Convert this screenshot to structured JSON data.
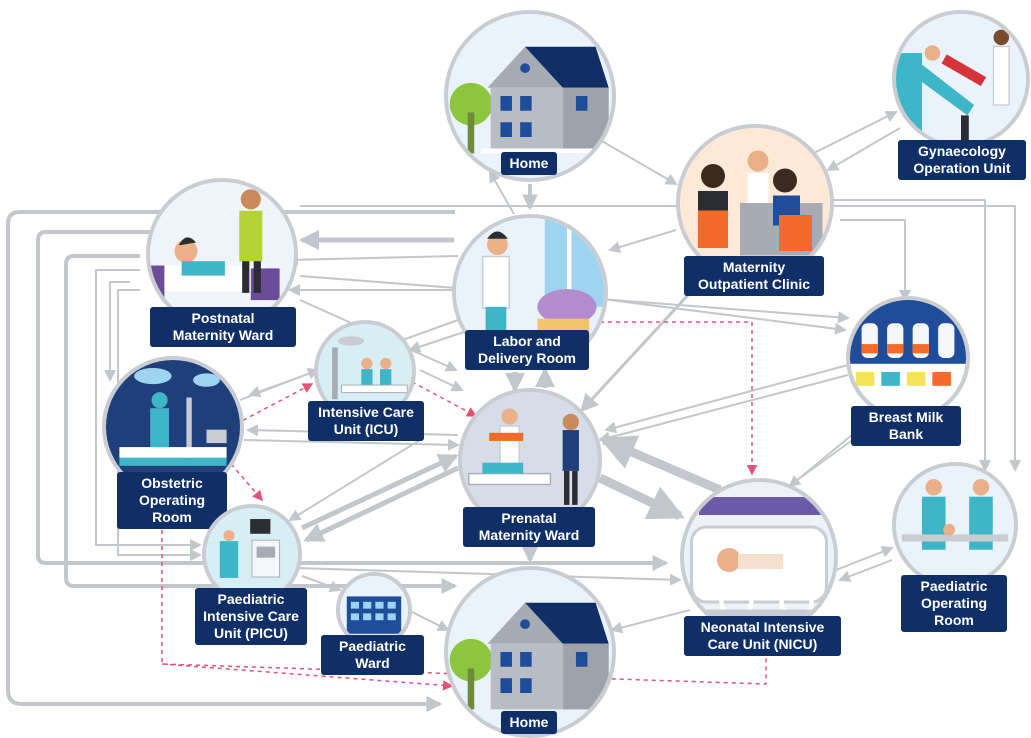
{
  "colors": {
    "label_bg": "#0f2f66",
    "arrow_grey": "#c3c6ca",
    "arrow_pink": "#e25377",
    "circle_border": "#c9ccd1"
  },
  "nodes": {
    "home_top": {
      "lines": [
        "Home"
      ],
      "icon": "house-icon"
    },
    "gyn": {
      "lines": [
        "Gynaecology",
        "Operation Unit"
      ],
      "icon": "gynaecology-chair-icon"
    },
    "postnatal": {
      "lines": [
        "Postnatal",
        "Maternity Ward"
      ],
      "icon": "mother-baby-bed-icon"
    },
    "labor": {
      "lines": [
        "Labor and",
        "Delivery Room"
      ],
      "icon": "delivery-room-icon"
    },
    "outpatient": {
      "lines": [
        "Maternity",
        "Outpatient Clinic"
      ],
      "icon": "consultation-desk-icon"
    },
    "icu": {
      "lines": [
        "Intensive Care",
        "Unit (ICU)"
      ],
      "icon": "icu-bed-icon"
    },
    "milk": {
      "lines": [
        "Breast Milk",
        "Bank"
      ],
      "icon": "milk-bottles-icon"
    },
    "obs_or": {
      "lines": [
        "Obstetric",
        "Operating",
        "Room"
      ],
      "icon": "operating-theatre-icon"
    },
    "prenatal": {
      "lines": [
        "Prenatal",
        "Maternity Ward"
      ],
      "icon": "prenatal-ward-icon"
    },
    "picu": {
      "lines": [
        "Paediatric",
        "Intensive Care",
        "Unit (PICU)"
      ],
      "icon": "picu-monitor-icon"
    },
    "nicu": {
      "lines": [
        "Neonatal Intensive",
        "Care Unit (NICU)"
      ],
      "icon": "incubator-icon"
    },
    "ped_or": {
      "lines": [
        "Paediatric",
        "Operating",
        "Room"
      ],
      "icon": "surgeons-icon"
    },
    "ped_ward": {
      "lines": [
        "Paediatric",
        "Ward"
      ],
      "icon": "hospital-building-icon"
    },
    "home_bottom": {
      "lines": [
        "Home"
      ],
      "icon": "house-icon"
    }
  }
}
